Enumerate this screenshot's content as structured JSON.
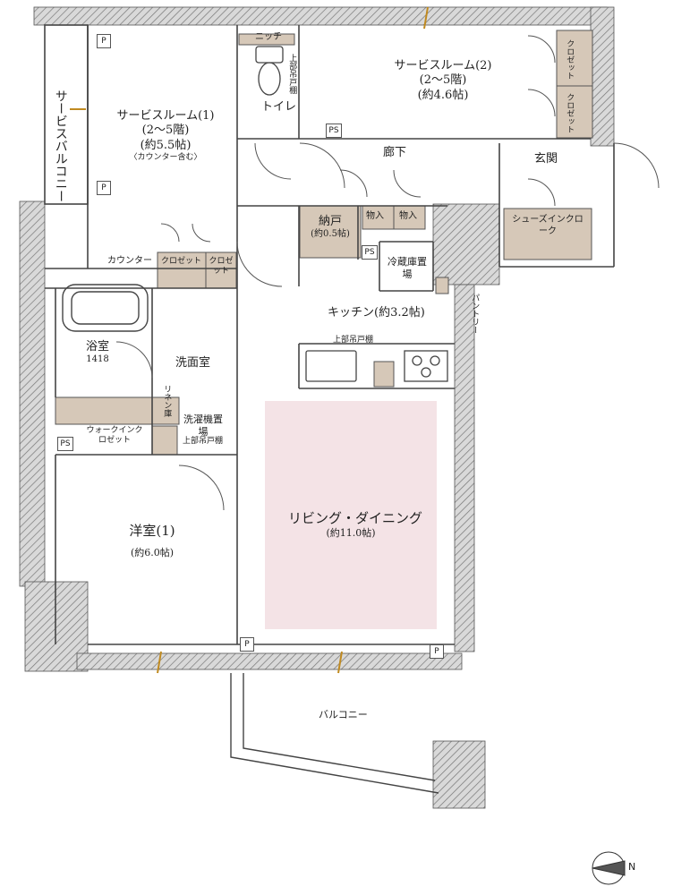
{
  "rooms": {
    "service_room_1": {
      "name": "サービスルーム(1)",
      "floors": "(2～5階)",
      "area": "(約5.5帖)",
      "note": "〈カウンター含む〉"
    },
    "service_room_2": {
      "name": "サービスルーム(2)",
      "floors": "(2～5階)",
      "area": "(約4.6帖)"
    },
    "service_balcony": "サービスバルコニー",
    "toilet": "トイレ",
    "niche": "ニッチ",
    "upper_shelf_toilet": "上部吊戸棚",
    "corridor": "廊下",
    "entrance": "玄関",
    "storage": {
      "name": "納戸",
      "area": "(約0.5帖)"
    },
    "mono_iri_1": "物入",
    "mono_iri_2": "物入",
    "shoes_in_cloak": "シューズインクローク",
    "counter": "カウンター",
    "closet_a": "クロゼット",
    "closet_b": "クロゼット",
    "closet_c": "クロゼット",
    "closet_d": "クロゼット",
    "refrigerator": "冷蔵庫置場",
    "kitchen": {
      "name": "キッチン",
      "area": "(約3.2帖)"
    },
    "pantry": "パントリー",
    "upper_shelf_kitchen": "上部吊戸棚",
    "bath": {
      "name": "浴室",
      "size": "1418"
    },
    "washroom": "洗面室",
    "linen": "リネン庫",
    "washer": "洗濯機置場",
    "upper_shelf_washer": "上部吊戸棚",
    "walk_in_closet": "ウォークインクロゼット",
    "western_room": {
      "name": "洋室(1)",
      "area": "(約6.0帖)"
    },
    "living": {
      "name": "リビング・ダイニング",
      "area": "(約11.0帖)"
    },
    "balcony": "バルコニー"
  },
  "markers": {
    "ps": "PS",
    "p": "P"
  },
  "compass": {
    "north": "N"
  },
  "colors": {
    "wall": "#777777",
    "storage": "#d6c8b8",
    "living": "#f4e3e6",
    "line": "#444444"
  }
}
